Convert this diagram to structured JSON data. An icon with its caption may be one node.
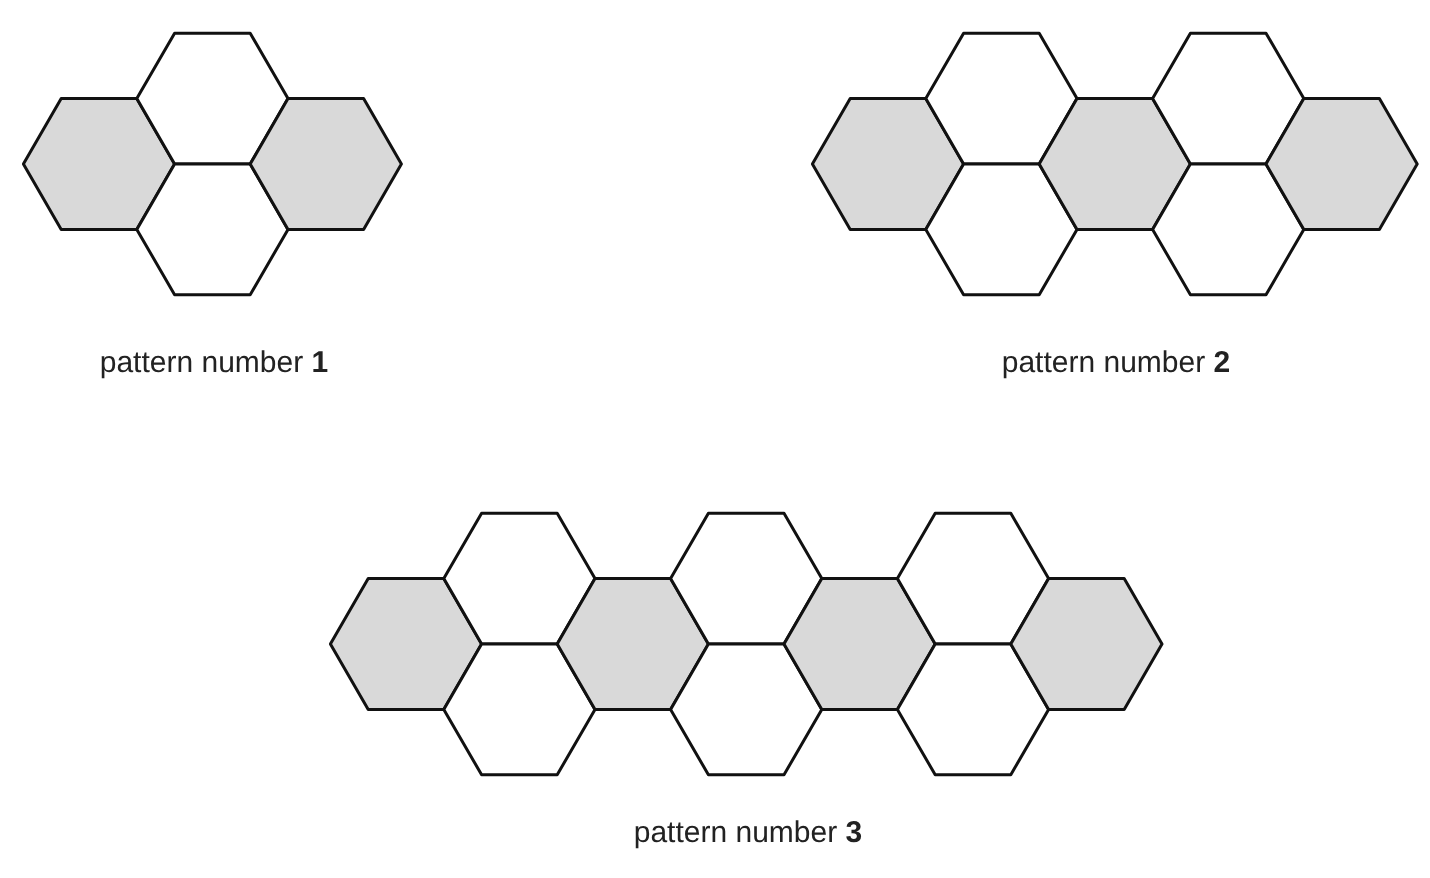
{
  "diagram": {
    "labels": [
      "pattern number **1**",
      "pattern number **2**",
      "pattern number **3**"
    ]
  }
}
